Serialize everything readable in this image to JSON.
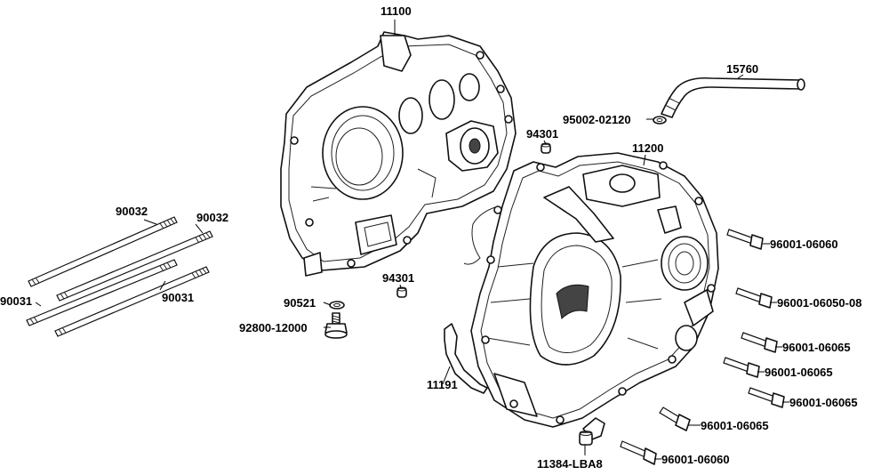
{
  "labels": {
    "p11100": "11100",
    "p15760": "15760",
    "p95002": "95002-02120",
    "p94301a": "94301",
    "p11200": "11200",
    "p90032a": "90032",
    "p90032b": "90032",
    "p90031a": "90031",
    "p90031b": "90031",
    "p90521": "90521",
    "p92800": "92800-12000",
    "p94301b": "94301",
    "p11191": "11191",
    "p11384": "11384-LBA8",
    "b1": "96001-06060",
    "b2": "96001-06050-08",
    "b3": "96001-06065",
    "b4": "96001-06065",
    "b5": "96001-06065",
    "b6": "96001-06065",
    "b7": "96001-06060"
  },
  "icons": [
    "crankcase-left",
    "crankcase-right",
    "breather-hose",
    "stud-bolt",
    "flange-bolt",
    "washer",
    "drain-plug",
    "dowel-pin",
    "gasket",
    "clip"
  ]
}
